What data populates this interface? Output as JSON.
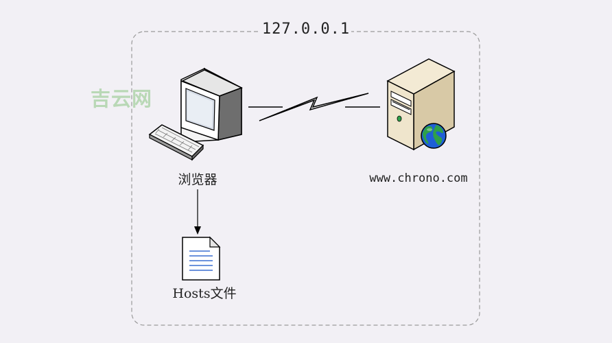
{
  "boundary": {
    "title": "127.0.0.1"
  },
  "nodes": {
    "browser": {
      "label": "浏览器",
      "icon": "desktop-computer-icon"
    },
    "server": {
      "label": "www.chrono.com",
      "icon": "web-server-icon"
    },
    "hosts": {
      "label": "Hosts文件",
      "icon": "document-icon"
    }
  },
  "watermark": {
    "text": "吉云网",
    "color": "#b9d8b6"
  },
  "colors": {
    "background": "#f2f0f5",
    "boundary_stroke": "#9a9a9a",
    "globe_blue": "#1f5fd6",
    "globe_green": "#2fa04a",
    "file_lines": "#3a6fd1"
  }
}
